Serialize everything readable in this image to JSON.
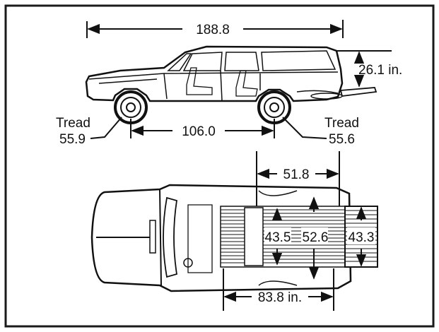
{
  "colors": {
    "frame": "#1a1a1a",
    "ink": "#111111",
    "paper": "#ffffff"
  },
  "side_view": {
    "overall_length": "188.8",
    "rear_overhang_height": "26.1 in.",
    "wheelbase": "106.0",
    "front_tread_label": "Tread",
    "front_tread_value": "55.9",
    "rear_tread_label": "Tread",
    "rear_tread_value": "55.6"
  },
  "top_view": {
    "cargo_length_seat_up": "51.8",
    "cargo_length_seat_folded": "83.8 in.",
    "width_between_wheel_wells": "43.5",
    "max_cargo_width": "52.6",
    "tailgate_opening_width": "43.3"
  }
}
